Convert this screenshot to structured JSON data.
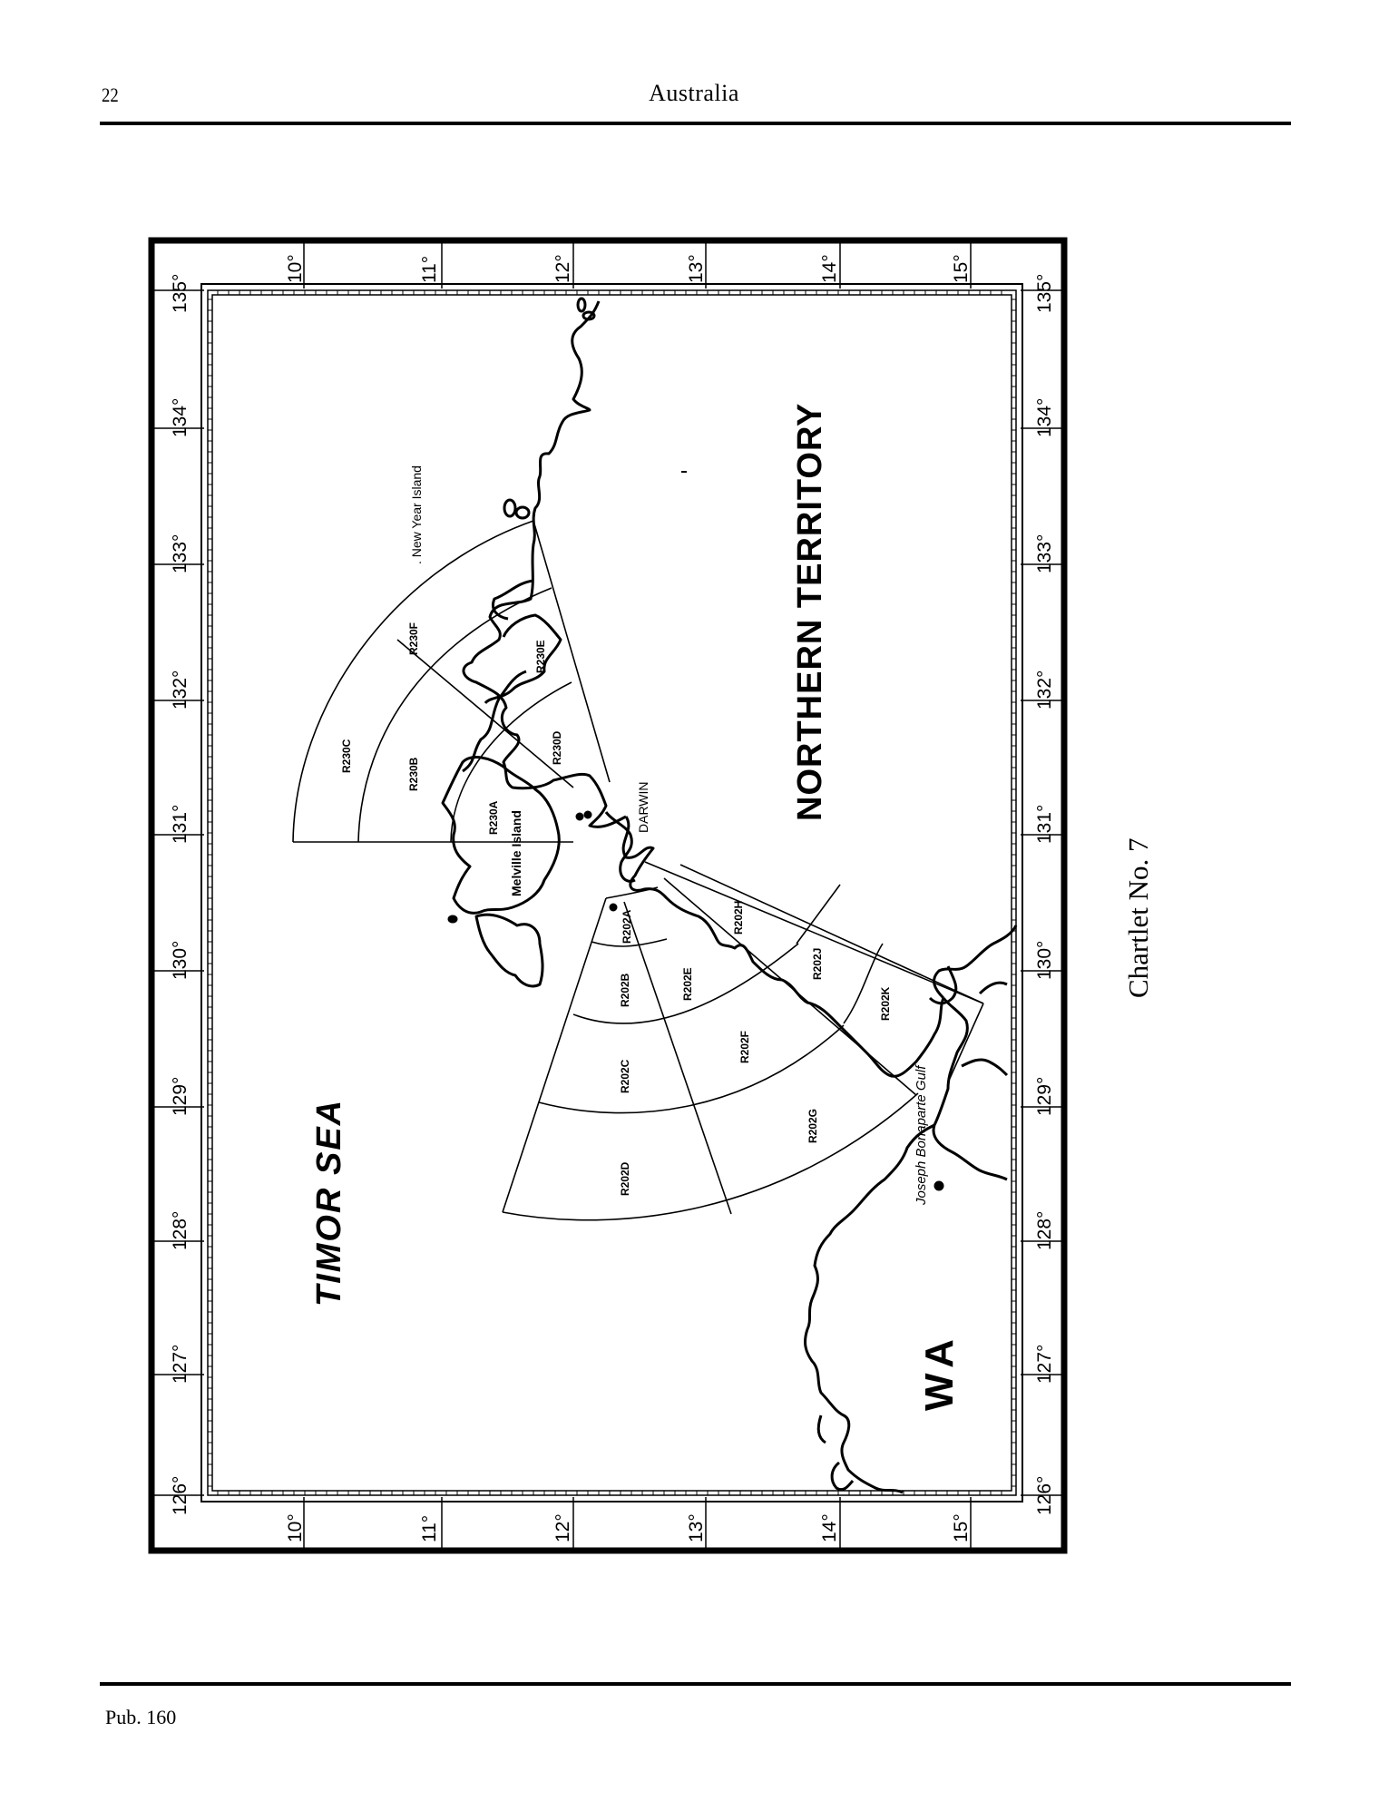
{
  "header": {
    "page_number": "22",
    "running_title": "Australia"
  },
  "footer": {
    "publication": "Pub. 160"
  },
  "caption": {
    "chartlet": "Chartlet No. 7"
  },
  "map": {
    "regions": {
      "northern_territory": "NORTHERN TERRITORY",
      "timor_sea": "TIMOR SEA",
      "wa": "WA"
    },
    "places": {
      "new_year_island": ". New Year Island",
      "melville_island": "Melville Island",
      "darwin": "DARWIN",
      "joseph_bonaparte_gulf": "Joseph Bonaparte Gulf"
    },
    "zones_r230": [
      "R230A",
      "R230B",
      "R230C",
      "R230D",
      "R230E",
      "R230F"
    ],
    "zones_r202": [
      "R202A",
      "R202B",
      "R202C",
      "R202D",
      "R202E",
      "R202F",
      "R202G",
      "R202H",
      "R202J",
      "R202K"
    ],
    "longitude_labels": [
      "126°",
      "127°",
      "128°",
      "129°",
      "130°",
      "131°",
      "132°",
      "133°",
      "134°",
      "135°"
    ],
    "latitude_labels": [
      "10°",
      "11°",
      "12°",
      "13°",
      "14°",
      "15°"
    ]
  }
}
